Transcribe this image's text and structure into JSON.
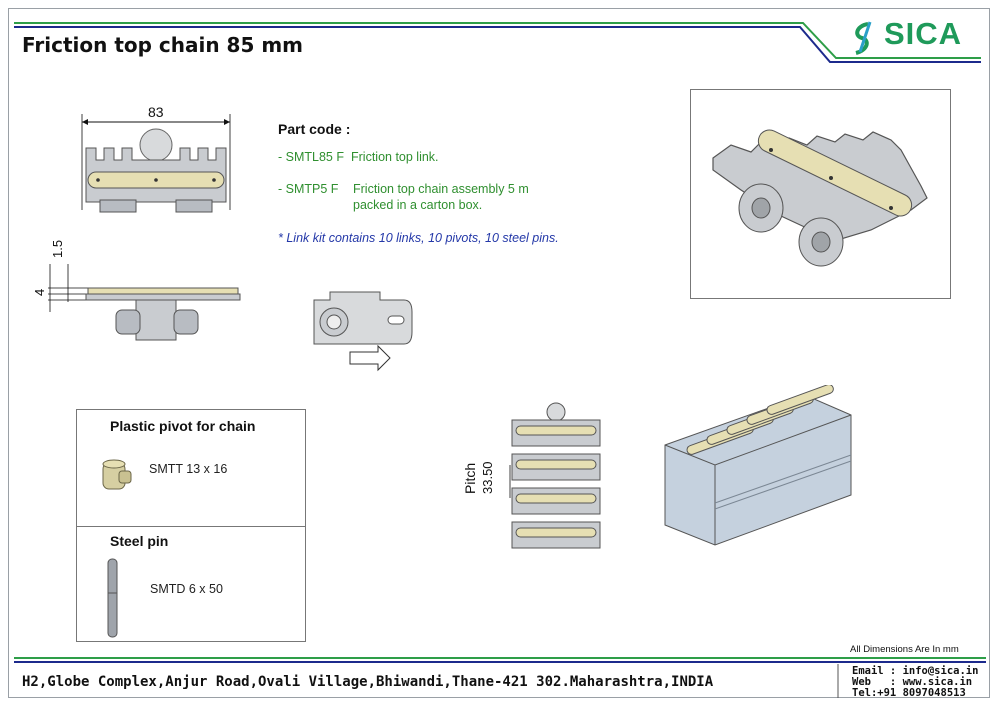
{
  "title": "Friction top chain 85 mm",
  "logo": {
    "text": "SICA",
    "icon": "sica-logo-icon",
    "color": "#1f9a5a"
  },
  "part_code": {
    "heading": "Part code :",
    "items": [
      {
        "code": "- SMTL85 F",
        "desc": "Friction top link."
      },
      {
        "code": "- SMTP5 F",
        "desc": "Friction top chain assembly 5 m",
        "desc2": "packed in a carton box."
      }
    ],
    "note": "* Link kit contains 10 links, 10 pivots, 10 steel pins."
  },
  "dimensions": {
    "width": "83",
    "thickness_a": "1.5",
    "thickness_b": "4",
    "pitch_label": "Pitch",
    "pitch_value": "33.50"
  },
  "pivot_box": {
    "heading": "Plastic pivot for chain",
    "code": "SMTT 13 x 16"
  },
  "pin_box": {
    "heading": "Steel pin",
    "code": "SMTD 6 x 50"
  },
  "units_note": "All Dimensions Are In mm",
  "footer": {
    "address": "H2,Globe Complex,Anjur Road,Ovali Village,Bhiwandi,Thane-421 302.Maharashtra,INDIA",
    "email": "Email : info@sica.in",
    "web": "Web   : www.sica.in",
    "tel": "Tel:+91 8097048513"
  },
  "colors": {
    "header_blue": "#1c2a8c",
    "header_green": "#2e9e48",
    "link_plate": "#e6dfb3",
    "part_grey": "#b8bcc2"
  }
}
